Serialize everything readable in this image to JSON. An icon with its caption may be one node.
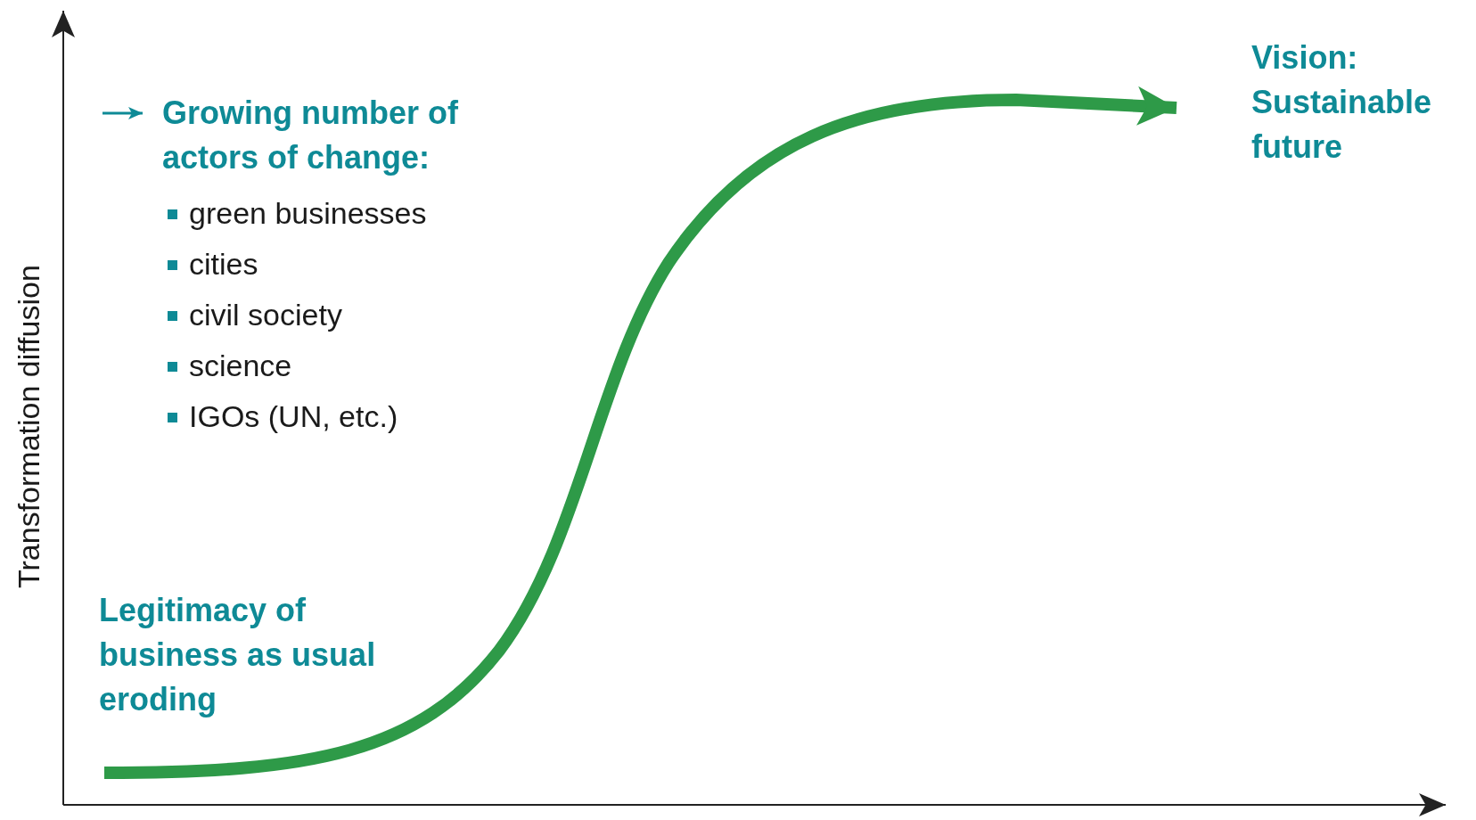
{
  "diagram": {
    "nodes": [
      {
        "text": [
          "Legitimacy of business as usual eroding"
        ]
      },
      {
        "text": [
          "Vision: Sustainable future"
        ]
      }
    ],
    "edges": [
      {
        "from": 0,
        "to": 1,
        "arrow": "to"
      }
    ],
    "labels": [
      "Growing number of actors of change:",
      "green businesses",
      "cities",
      "civil society",
      "science",
      "IGOs (UN, etc.)",
      "Transformation diffusion"
    ]
  }
}
